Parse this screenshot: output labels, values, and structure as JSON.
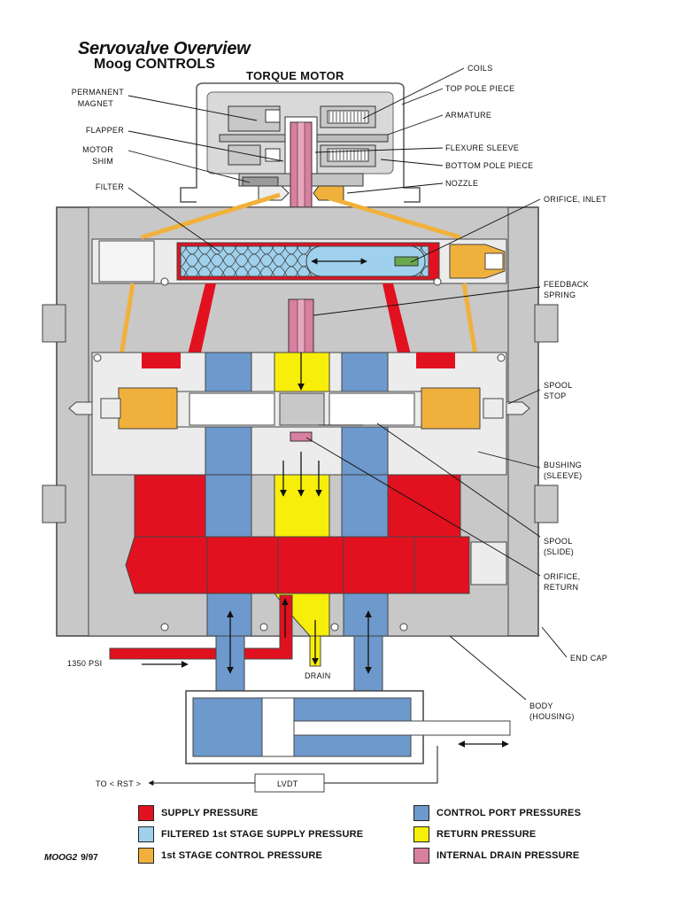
{
  "title": "Servovalve Overview",
  "subtitle": "Moog CONTROLS",
  "section_label": "TORQUE MOTOR",
  "footer": {
    "code": "MOOG2",
    "date": "9/97"
  },
  "labels_left": {
    "permanent_magnet": [
      "PERMANENT",
      "MAGNET"
    ],
    "flapper": "FLAPPER",
    "motor_shim": [
      "MOTOR",
      "SHIM"
    ],
    "filter": "FILTER"
  },
  "labels_right": {
    "coils": "COILS",
    "top_pole_piece": "TOP POLE PIECE",
    "armature": "ARMATURE",
    "flexure_sleeve": "FLEXURE SLEEVE",
    "bottom_pole_piece": "BOTTOM POLE PIECE",
    "nozzle": "NOZZLE",
    "orifice_inlet": "ORIFICE, INLET",
    "feedback_spring": [
      "FEEDBACK",
      "SPRING"
    ],
    "spool_stop": [
      "SPOOL",
      "STOP"
    ],
    "bushing": [
      "BUSHING",
      "(SLEEVE)"
    ],
    "spool": [
      "SPOOL",
      "(SLIDE)"
    ],
    "orifice_return": [
      "ORIFICE,",
      "RETURN"
    ],
    "end_cap": "END CAP",
    "body": [
      "BODY",
      "(HOUSING)"
    ]
  },
  "labels_misc": {
    "psi": "1350 PSI",
    "drain": "DRAIN",
    "lvdt": "LVDT",
    "to_rst": "TO < RST >"
  },
  "colors": {
    "supply": "#e2111f",
    "filtered": "#9fd0ec",
    "first_stage": "#f0b13c",
    "control": "#6d99cc",
    "return": "#f7ee0a",
    "drain": "#d97f9f",
    "body": "#c8c8c8",
    "bore": "#ececec"
  },
  "legend": [
    {
      "label": "SUPPLY PRESSURE",
      "color": "#e2111f"
    },
    {
      "label": "FILTERED 1st STAGE SUPPLY PRESSURE",
      "color": "#9fd0ec"
    },
    {
      "label": "1st STAGE CONTROL PRESSURE",
      "color": "#f0b13c"
    },
    {
      "label": "CONTROL PORT PRESSURES",
      "color": "#6d99cc"
    },
    {
      "label": "RETURN PRESSURE",
      "color": "#f7ee0a"
    },
    {
      "label": "INTERNAL DRAIN PRESSURE",
      "color": "#d97f9f"
    }
  ]
}
